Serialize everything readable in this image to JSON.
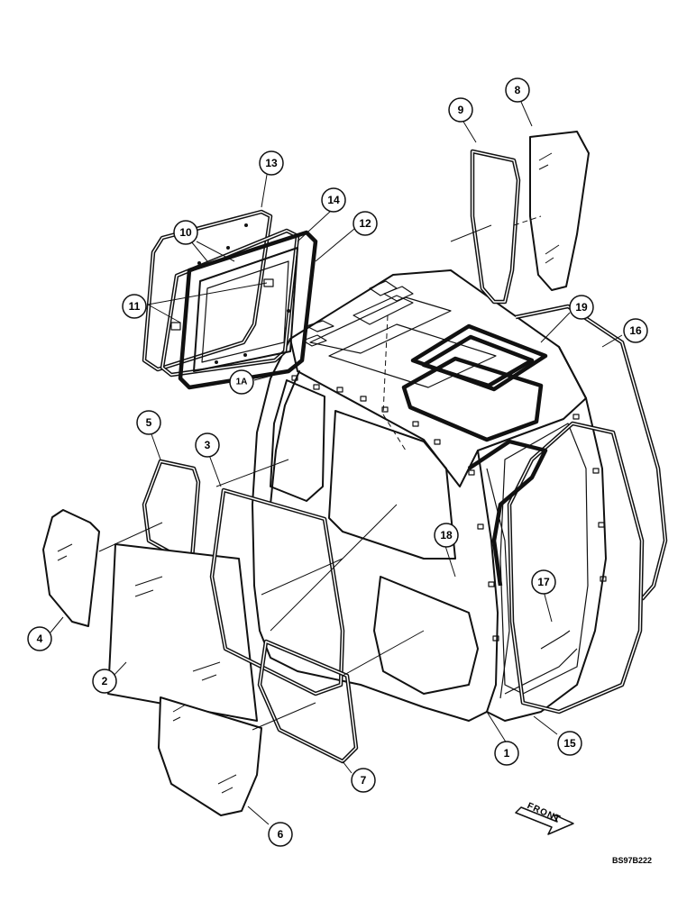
{
  "diagram": {
    "callouts": [
      {
        "id": "c1",
        "label": "1"
      },
      {
        "id": "c1a",
        "label": "1A"
      },
      {
        "id": "c2",
        "label": "2"
      },
      {
        "id": "c3",
        "label": "3"
      },
      {
        "id": "c4",
        "label": "4"
      },
      {
        "id": "c5",
        "label": "5"
      },
      {
        "id": "c6",
        "label": "6"
      },
      {
        "id": "c7",
        "label": "7"
      },
      {
        "id": "c8",
        "label": "8"
      },
      {
        "id": "c9",
        "label": "9"
      },
      {
        "id": "c10",
        "label": "10"
      },
      {
        "id": "c11",
        "label": "11"
      },
      {
        "id": "c12",
        "label": "12"
      },
      {
        "id": "c13",
        "label": "13"
      },
      {
        "id": "c14",
        "label": "14"
      },
      {
        "id": "c15",
        "label": "15"
      },
      {
        "id": "c16",
        "label": "16"
      },
      {
        "id": "c17",
        "label": "17"
      },
      {
        "id": "c18",
        "label": "18"
      },
      {
        "id": "c19",
        "label": "19"
      }
    ],
    "front_label": "FRONT",
    "drawing_code": "BS97B222"
  }
}
